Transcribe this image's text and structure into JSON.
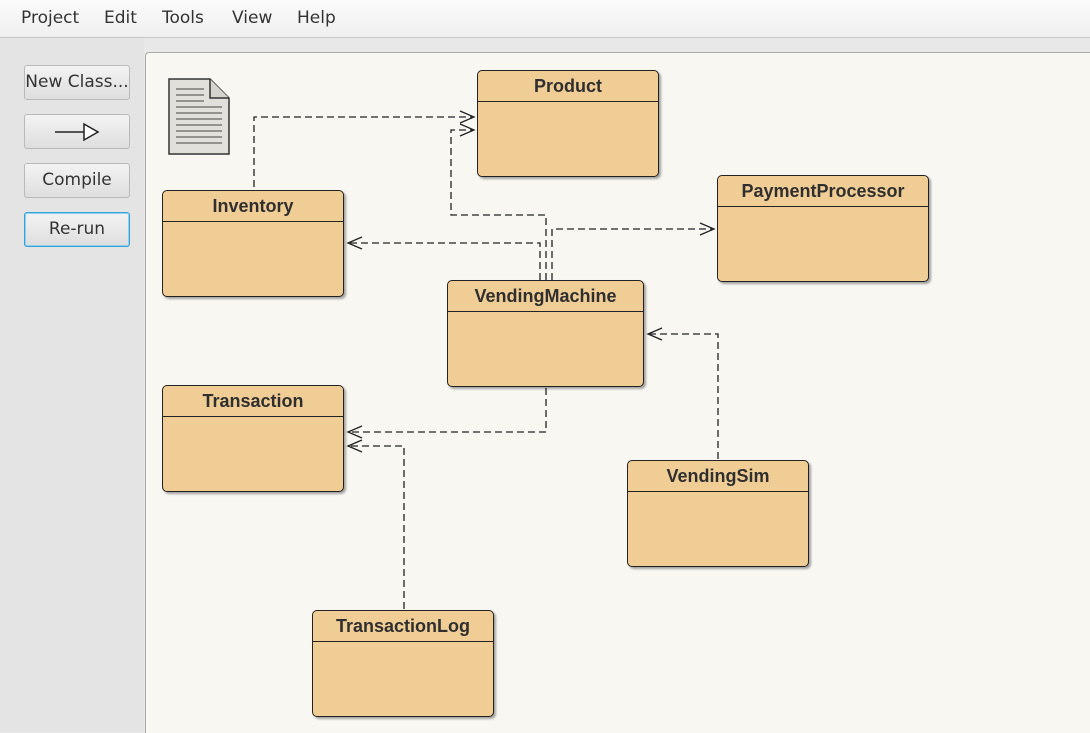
{
  "menu": [
    "Project",
    "Edit",
    "Tools",
    "View",
    "Help"
  ],
  "toolbar": {
    "new_class_label": "New Class...",
    "arrow_button_icon": "inheritance-arrow-icon",
    "compile_label": "Compile",
    "rerun_label": "Re-run"
  },
  "classes": {
    "product": "Product",
    "payment_processor": "PaymentProcessor",
    "inventory": "Inventory",
    "vending_machine": "VendingMachine",
    "transaction": "Transaction",
    "vending_sim": "VendingSim",
    "transaction_log": "TransactionLog"
  },
  "colors": {
    "class_fill": "#f1cd96",
    "canvas_bg": "#f8f7f2",
    "focus_border": "#36a2d6"
  },
  "icons": {
    "readme": "readme-document-icon"
  }
}
